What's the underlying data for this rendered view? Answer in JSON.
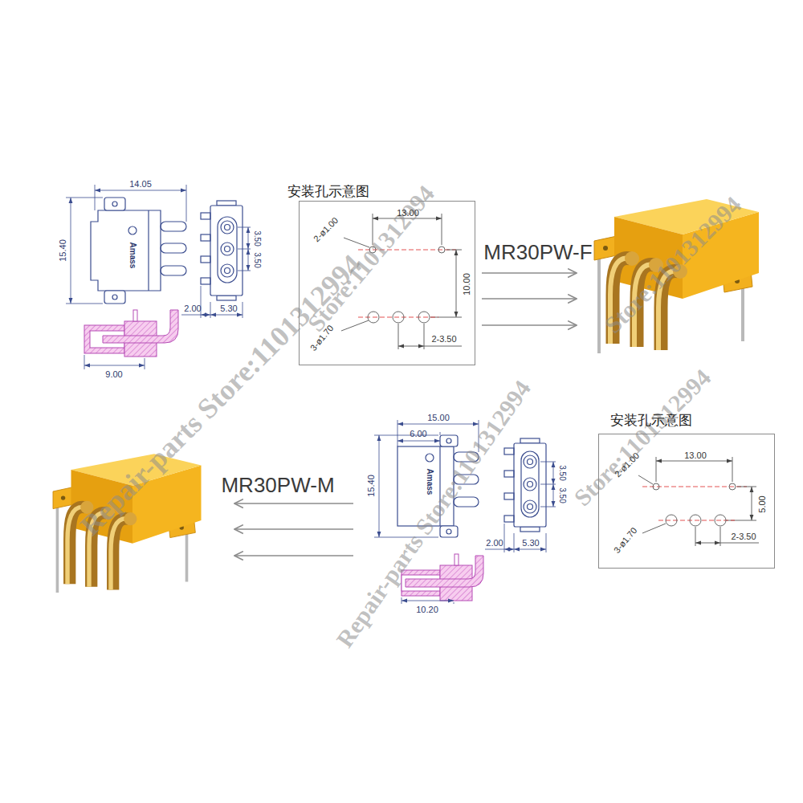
{
  "diagram": {
    "nodes": [
      {
        "text": [
          "安装孔示意图",
          "2-ø1.00",
          "13.00",
          "10.00",
          "3-ø1.70",
          "2-3.50"
        ]
      },
      {
        "text": [
          "安装孔示意图",
          "2-ø1.00",
          "13.00",
          "5.00",
          "3-ø1.70",
          "2-3.50"
        ]
      }
    ],
    "labels": [
      "14.05",
      "15.40",
      "Amass",
      "3.50",
      "3.50",
      "2.00",
      "5.30",
      "9.00",
      "MR30PW-F",
      "MR30PW-M",
      "15.00",
      "6.00",
      "15.40",
      "Amass",
      "3.50",
      "3.50",
      "2.00",
      "5.30",
      "10.20",
      "Store:1101312994",
      "Store:1101312994",
      "Repair-parts Store:1101312994",
      "Repair-parts Store:1101312994",
      "Store:1101312994"
    ]
  }
}
